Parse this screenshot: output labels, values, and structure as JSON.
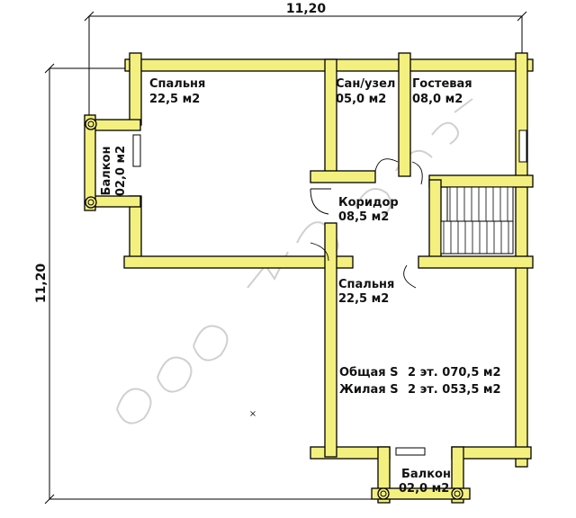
{
  "dimensions": {
    "width_label": "11,20",
    "height_label": "11,20"
  },
  "rooms": {
    "bedroom_top": {
      "name": "Спальня",
      "area": "22,5 м2"
    },
    "bathroom": {
      "name": "Сан/узел",
      "area": "05,0 м2"
    },
    "guest": {
      "name": "Гостевая",
      "area": "08,0 м2"
    },
    "corridor": {
      "name": "Коридор",
      "area": "08,5 м2"
    },
    "bedroom_bottom": {
      "name": "Спальня",
      "area": "22,5 м2"
    },
    "balcony_left": {
      "name": "Балкон",
      "area": "02,0 м2"
    },
    "balcony_bottom": {
      "name": "Балкон",
      "area": "02,0 м2"
    }
  },
  "summary": {
    "total_label": "Общая S",
    "total_value": "2 эт. 070,5 м2",
    "living_label": "Жилая S",
    "living_value": "2 эт. 053,5 м2"
  },
  "colors": {
    "wall_fill": "#f3f07f",
    "outline": "#000000",
    "background": "#ffffff"
  }
}
